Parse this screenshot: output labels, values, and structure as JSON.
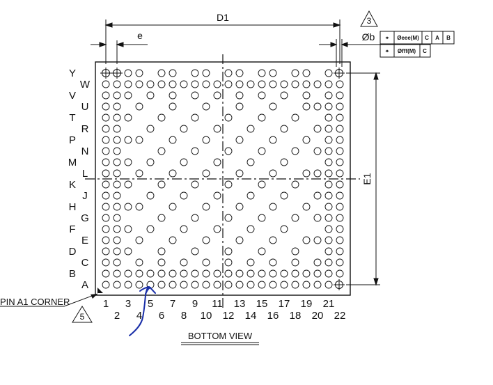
{
  "rows_left": [
    "Y",
    "V",
    "T",
    "P",
    "M",
    "K",
    "H",
    "F",
    "D",
    "B"
  ],
  "rows_right": [
    "W",
    "U",
    "R",
    "N",
    "L",
    "J",
    "G",
    "E",
    "C",
    "A"
  ],
  "cols_top": [
    "1",
    "3",
    "5",
    "7",
    "9",
    "11",
    "13",
    "15",
    "17",
    "19",
    "21"
  ],
  "cols_bottom": [
    "2",
    "4",
    "6",
    "8",
    "10",
    "12",
    "14",
    "16",
    "18",
    "20",
    "22"
  ],
  "dims": {
    "d1": "D1",
    "e": "e",
    "e1": "E1",
    "phi_b": "Øb"
  },
  "note3": "3",
  "note5": "5",
  "tolerance": {
    "row1": [
      "⌖",
      "Øeee(M)",
      "C",
      "A",
      "B"
    ],
    "row2": [
      "⌖",
      "Øfff(M)",
      "C"
    ]
  },
  "pin_a1_label": "PIN A1 CORNER",
  "view_title": "BOTTOM VIEW",
  "grid": {
    "columns": 22,
    "rows": 20
  },
  "colors": {
    "line": "#111111",
    "annotation": "#1a2fa8"
  }
}
